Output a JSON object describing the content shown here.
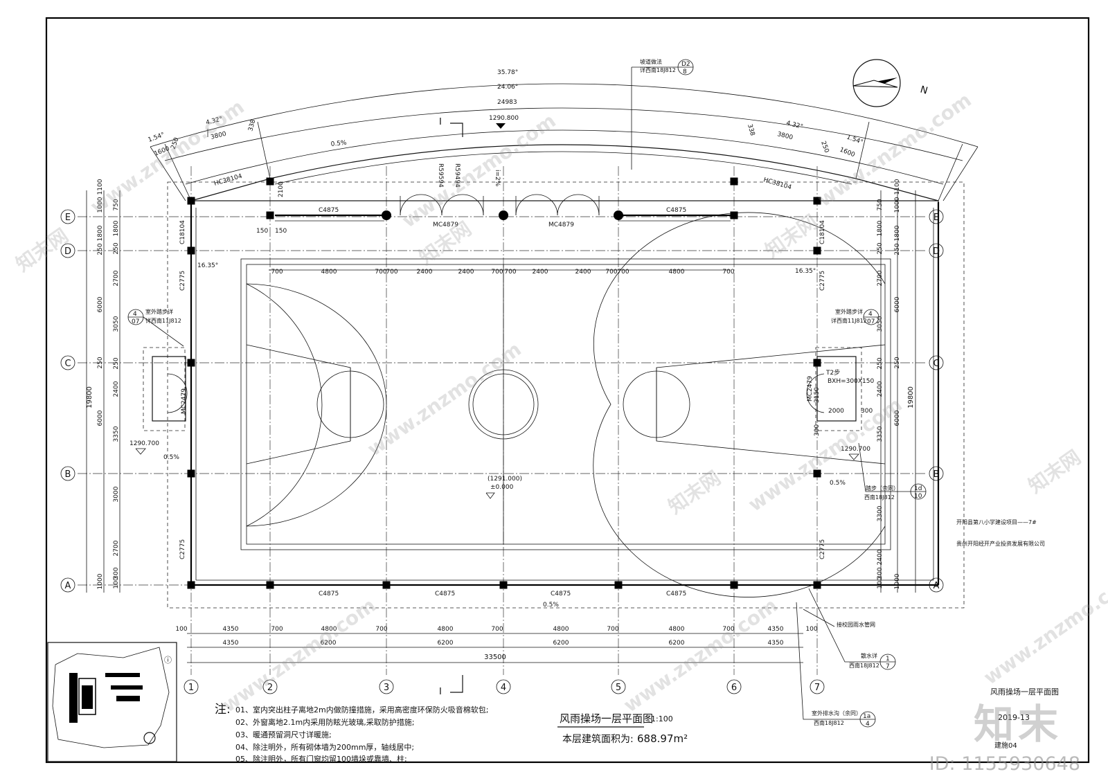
{
  "project": {
    "name": "开阳县第八小学建设项目——7#",
    "client": "贵州开阳经开产业投资发展有限公司"
  },
  "title_block": {
    "drawing_name": "风雨操场一层平面图",
    "date": "2019-13",
    "sheet_no": "建施04"
  },
  "plan": {
    "title": "风雨操场一层平面图",
    "scale": "1:100",
    "area_label": "本层建筑面积为:",
    "area_value": "688.97m²",
    "court_level": "(1291.000)",
    "court_zero": "±0.000",
    "top_level": "1290.800",
    "left_level": "1290.700",
    "right_level": "1290.700",
    "slope": "0.5%"
  },
  "axes": {
    "columns": [
      "1",
      "2",
      "3",
      "4",
      "5",
      "6",
      "7"
    ],
    "rows": [
      "E",
      "D",
      "C",
      "B",
      "A"
    ]
  },
  "dims": {
    "bottom_inner": [
      "100",
      "4350",
      "700",
      "4800",
      "700",
      "4800",
      "700",
      "4800",
      "700",
      "4800",
      "700",
      "4350",
      "100"
    ],
    "bottom_axis": [
      "4350",
      "6200",
      "6200",
      "6200",
      "6200",
      "4350"
    ],
    "bottom_total": "33500",
    "top_inner": [
      "700",
      "4800",
      "700",
      "700",
      "2400",
      "2400",
      "700",
      "700",
      "2400",
      "2400",
      "700",
      "700",
      "4800",
      "700"
    ],
    "left_outer": [
      "1100",
      "1000",
      "1800",
      "250",
      "6000",
      "250",
      "6000",
      "1000"
    ],
    "left_inner": [
      "750",
      "1800",
      "250",
      "2700",
      "3050",
      "250",
      "2400",
      "3350",
      "3000",
      "2700",
      "300",
      "100"
    ],
    "left_total": "19800",
    "right_inner": [
      "750",
      "1800",
      "250",
      "2700",
      "3050",
      "250",
      "2400",
      "3350",
      "3300",
      "2400",
      "300",
      "100"
    ],
    "right_outer": [
      "1100",
      "1000",
      "1800",
      "250",
      "6000",
      "250",
      "6000",
      "1000"
    ],
    "right_total": "19800",
    "arc_outer_angle": "35.78°",
    "arc_mid_angle": "24.06°",
    "arc_chord": "24983",
    "arc_left_a": "1.54°",
    "arc_left_b": "4.32°",
    "arc_right_a": "4.32°",
    "arc_right_b": "1.54°",
    "arc_seg_1600": "1600",
    "arc_seg_250": "250",
    "arc_seg_3800": "3800",
    "arc_seg_338": "338",
    "radius_1": "R59594",
    "radius_2": "R59494",
    "dim_2100": "2100",
    "dim_150a": "150",
    "dim_150b": "150",
    "angle_left": "16.35°",
    "angle_right": "16.35°",
    "step_w": "2000",
    "step_300a": "300",
    "step_300b": "300",
    "step_3150": "3150",
    "i_rise": "i=2%"
  },
  "labels": {
    "window_top": "C4875",
    "window_bottom": "C4875",
    "door_main": "MC4879",
    "door_side": "MC2479",
    "hc_window": "HC38104",
    "c_side_upper": "C18104",
    "c_side_mid": "C2775",
    "c_side_low": "C2775",
    "step_note_right": "T2步",
    "step_size": "BXH=300X150",
    "section_mark": "I"
  },
  "callouts": {
    "ramp_title": "坡道做法",
    "ramp_ref": "详西南18J812",
    "ramp_num_top": "D2",
    "ramp_num_bot": "8",
    "stair_title_l": "室外踏步详",
    "stair_ref_l": "详西南11J812",
    "stair_num_top_l": "4",
    "stair_num_bot_l": "07",
    "stair_title_r": "室外踏步详",
    "stair_ref_r": "详西南11J812",
    "stair_num_top_r": "4",
    "stair_num_bot_r": "07",
    "step_title": "踏步（余同）",
    "step_ref": "西南18J812",
    "step_num_top": "1d",
    "step_num_bot": "10",
    "rain_title": "接校园雨水管网",
    "drain_title": "散水详",
    "drain_ref": "西南18J812",
    "drain_num_top": "1",
    "drain_num_bot": "7",
    "ditch_title": "室外排水沟（余同）",
    "ditch_ref": "西南18J812",
    "ditch_num_top": "1a",
    "ditch_num_bot": "4"
  },
  "notes": {
    "heading": "注:",
    "items": [
      "01、室内突出柱子离地2m内做防撞措施，采用高密度环保防火吸音棉软包;",
      "02、外窗离地2.1m内采用防眩光玻璃,采取防护措施;",
      "03、暖通预留洞尺寸详暖施;",
      "04、除注明外，所有砌体墙为200mm厚，轴线居中;",
      "05、除注明外，所有门窗均留100墙垛或靠墙、柱;"
    ]
  },
  "north": "N",
  "watermark": {
    "site": "www.znzmo.com",
    "brand": "知末网",
    "logo": "知末",
    "id": "ID: 1155930648"
  }
}
